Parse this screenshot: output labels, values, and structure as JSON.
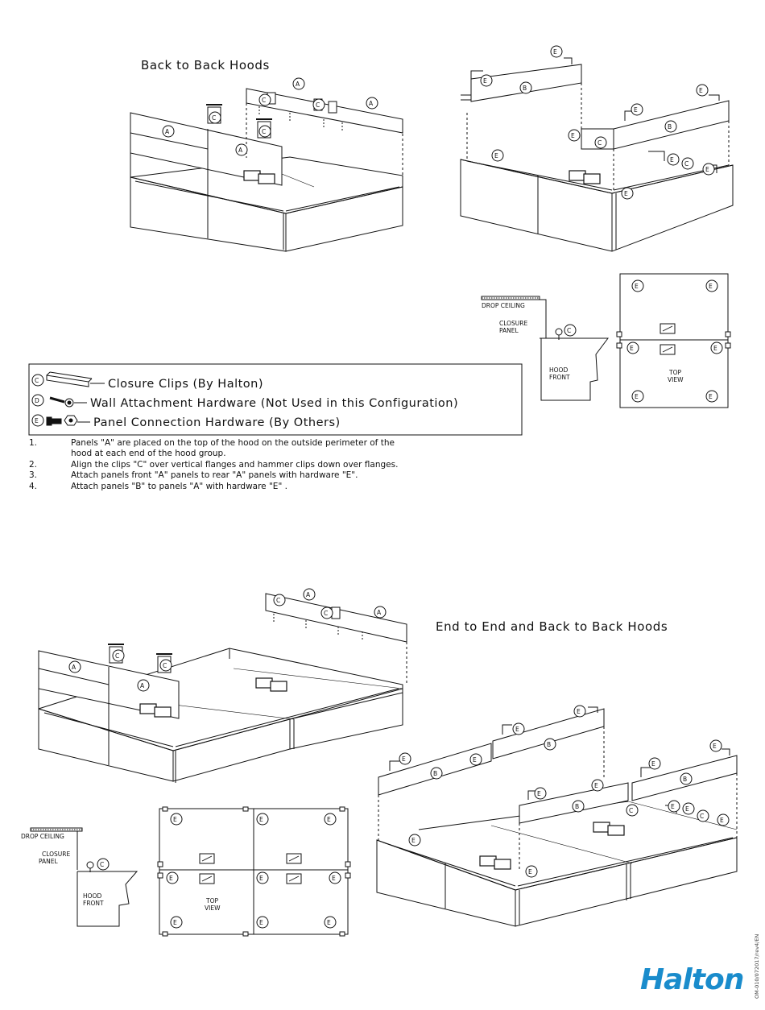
{
  "titles": {
    "back_to_back": "Back to Back Hoods",
    "end_to_end": "End to End and Back to Back Hoods"
  },
  "letters": {
    "a": "A",
    "b": "B",
    "c": "C",
    "d": "D",
    "e": "E"
  },
  "side_view": {
    "drop_ceiling": "DROP CEILING",
    "closure_panel": [
      "CLOSURE",
      "PANEL"
    ],
    "hood_front": [
      "HOOD",
      "FRONT"
    ]
  },
  "top_view": [
    "TOP",
    "VIEW"
  ],
  "legend": [
    {
      "letter": "C",
      "text": "Closure Clips (By Halton)",
      "icon": "closure-clip-icon"
    },
    {
      "letter": "D",
      "text": "Wall Attachment Hardware (Not Used in this Configuration)",
      "icon": "wall-attachment-screw-icon"
    },
    {
      "letter": "E",
      "text": "Panel Connection Hardware (By Others)",
      "icon": "bolt-and-nut-icon"
    }
  ],
  "notes": [
    {
      "num": "1.",
      "text": "Panels \"A\" are placed on the top of the hood on the outside perimeter of the hood at each end of the hood group."
    },
    {
      "num": "2.",
      "text": "Align the clips \"C\" over vertical flanges and hammer clips down over flanges."
    },
    {
      "num": "3.",
      "text": "Attach panels front \"A\" panels to rear \"A\" panels with hardware \"E\"."
    },
    {
      "num": "4.",
      "text": "Attach panels \"B\" to panels \"A\" with hardware \"E\" ."
    }
  ],
  "brand": {
    "name": "Halton",
    "color": "#1a8ccc"
  },
  "doc_id": "OM-010/072017/rev4/EN"
}
